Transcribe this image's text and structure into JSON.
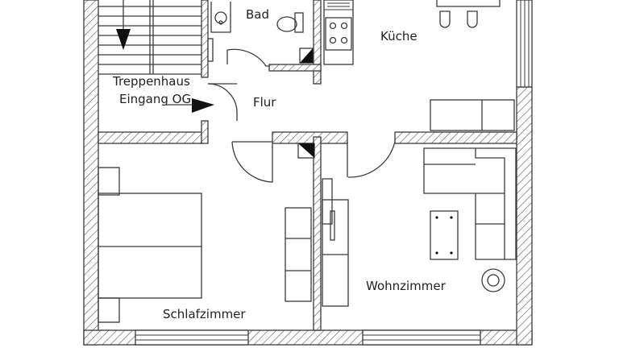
{
  "rooms": {
    "bad": "Bad",
    "kueche": "Küche",
    "treppenhaus": "Treppenhaus",
    "eingang": "Eingang OG",
    "flur": "Flur",
    "schlafzimmer": "Schlafzimmer",
    "wohnzimmer": "Wohnzimmer"
  },
  "colors": {
    "line": "#3a3a3a",
    "hatch": "#555555",
    "background": "#ffffff"
  }
}
